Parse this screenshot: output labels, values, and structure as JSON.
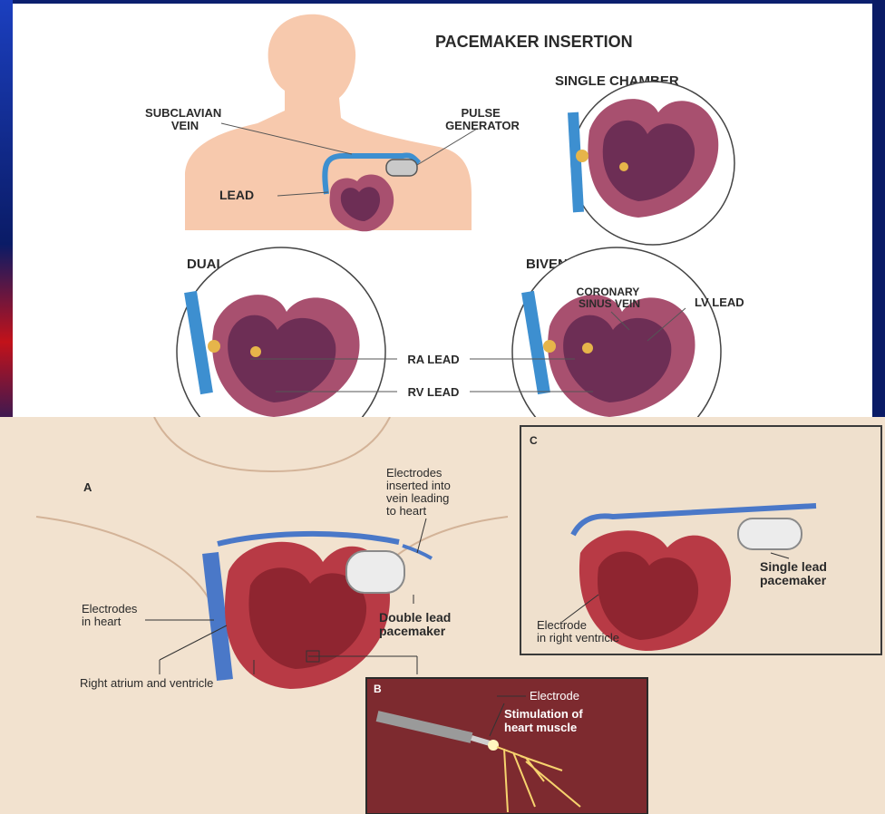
{
  "top_diagram": {
    "title": "PACEMAKER INSERTION",
    "subclavian_vein": [
      "SUBCLAVIAN",
      "VEIN"
    ],
    "pulse_generator": [
      "PULSE",
      "GENERATOR"
    ],
    "lead": "LEAD",
    "single_chamber": "SINGLE CHAMBER",
    "dual_chamber": "DUAL CHAMBER",
    "biventricular": "BIVENTRICULAR",
    "coronary_sinus_vein": [
      "CORONARY",
      "SINUS VEIN"
    ],
    "lv_lead": "LV LEAD",
    "ra_lead": "RA LEAD",
    "rv_lead": "RV LEAD"
  },
  "bottom_diagram": {
    "panel_a": "A",
    "panel_b": "B",
    "panel_c": "C",
    "electrodes_inserted": [
      "Electrodes",
      "inserted into",
      "vein leading",
      "to heart"
    ],
    "electrodes_in_heart": [
      "Electrodes",
      "in heart"
    ],
    "double_lead": [
      "Double lead",
      "pacemaker"
    ],
    "right_atrium": "Right atrium and ventricle",
    "single_lead": [
      "Single lead",
      "pacemaker"
    ],
    "electrode_rv": [
      "Electrode",
      "in right ventricle"
    ],
    "electrode": "Electrode",
    "stimulation": [
      "Stimulation of",
      "heart muscle"
    ]
  },
  "colors": {
    "skin": "#f7c9ad",
    "heart_muscle": "#a8506f",
    "heart_chamber": "#6d2e55",
    "vein_blue": "#3d8fd0",
    "slide_blue": "#0b1f6e"
  }
}
